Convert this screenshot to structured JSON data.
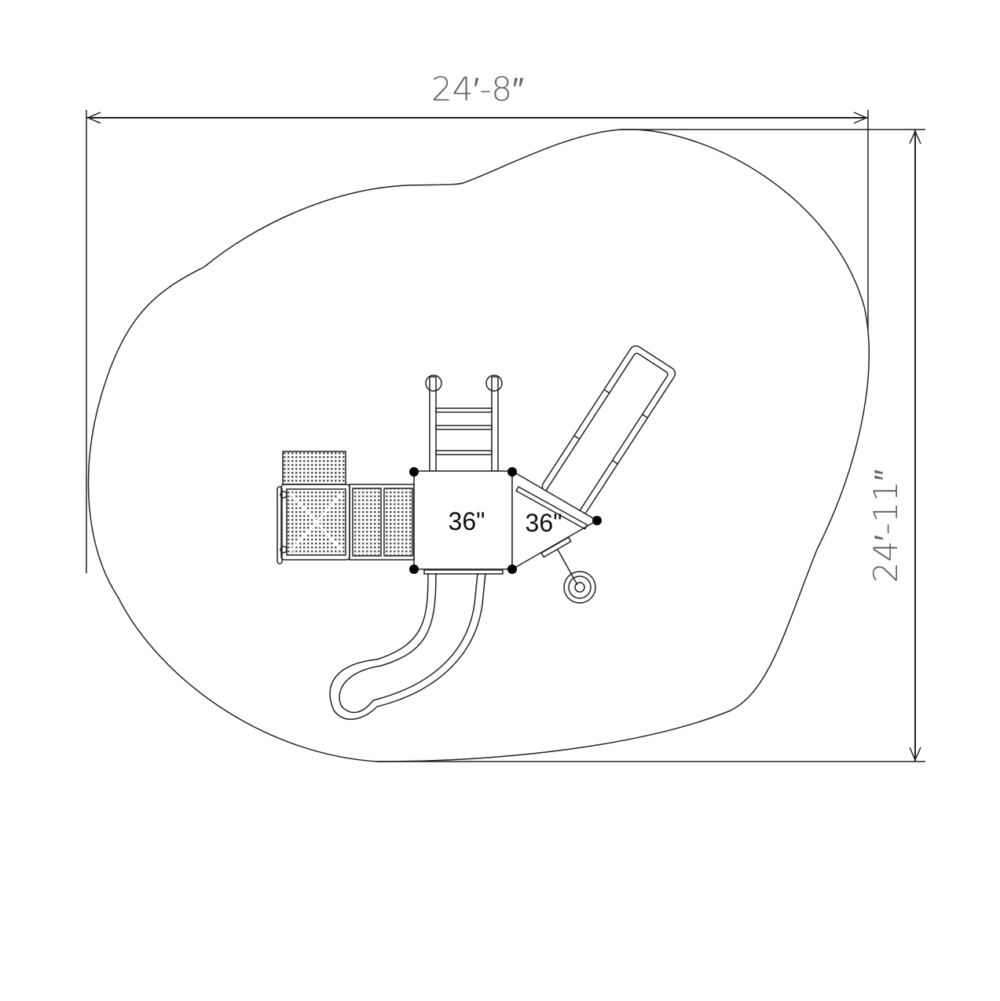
{
  "dimensions": {
    "width_label": "24′-8″",
    "depth_label": "24′-11″"
  },
  "decks": [
    {
      "height_label": "36\""
    },
    {
      "height_label": "36\""
    }
  ],
  "colors": {
    "line": "#222222",
    "dimension_text": "#666666",
    "post": "#000000"
  }
}
